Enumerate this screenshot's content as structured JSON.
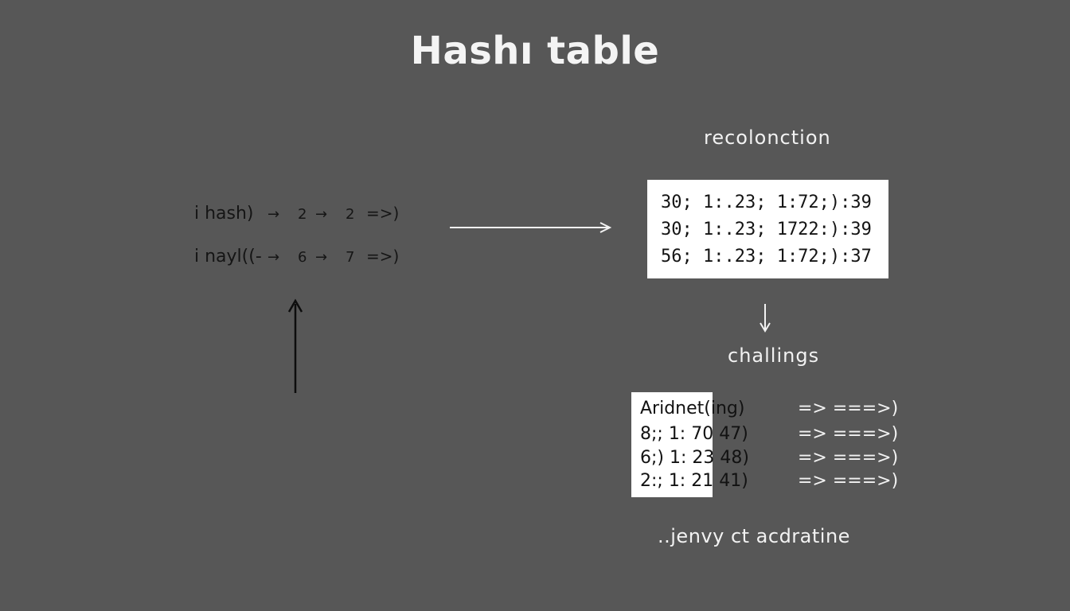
{
  "title": "Hashı table",
  "left_rows": [
    {
      "key": "i hash)",
      "arrow1": "→",
      "num1": "2",
      "arrow2": "→",
      "num2": "2",
      "end": "=>)"
    },
    {
      "key": "i nayl((-",
      "arrow1": "→",
      "num1": "6",
      "arrow2": "→",
      "num2": "7",
      "end": "=>)"
    }
  ],
  "recolonction": {
    "label": "recolonction",
    "rows": [
      "30; 1:.23; 1:72;):39",
      "30; 1:.23; 1722:):39",
      "56; 1:.23; 1:72;):37"
    ]
  },
  "challings": {
    "label": "challings",
    "rows": [
      {
        "left": "Aridnet(ing)",
        "right": "=> ===>)"
      },
      {
        "left": "8;; 1: 70 47)",
        "right": "=> ===>)"
      },
      {
        "left": "6;) 1: 23 48)",
        "right": "=> ===>)"
      },
      {
        "left": "2:; 1: 21 41)",
        "right": "=> ===>)"
      }
    ]
  },
  "footer": "..jenvy ct acdratine",
  "colors": {
    "background": "#575757",
    "text_light": "#f2f2f2",
    "text_dark": "#151515",
    "box": "#ffffff"
  }
}
